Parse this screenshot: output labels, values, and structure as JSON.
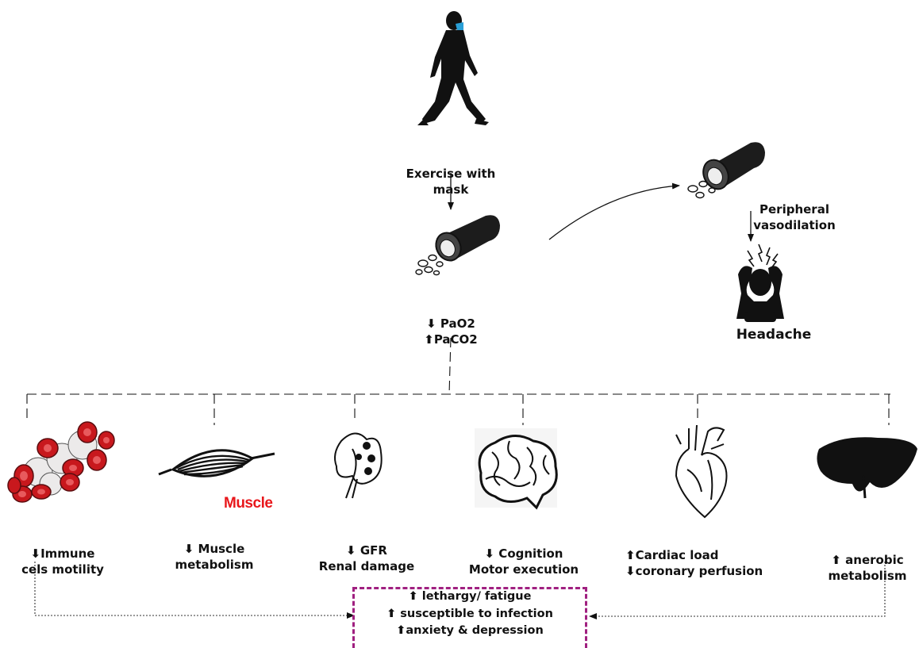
{
  "start": {
    "label": [
      "Exercise with",
      "mask"
    ],
    "icon": "walking-person-with-mask-icon"
  },
  "blood_gas": {
    "label": [
      "⬇ PaO2",
      "⬆PaCO2"
    ],
    "icon": "blood-vessel-icon"
  },
  "vasodilation": {
    "label": [
      "Peripheral",
      "vasodilation"
    ],
    "icon": "blood-vessel-icon"
  },
  "headache": {
    "label": "Headache",
    "icon": "person-holding-head-icon"
  },
  "effects": [
    {
      "id": "immune",
      "icon": "blood-cells-icon",
      "lines": [
        "⬇Immune",
        "cels motility"
      ]
    },
    {
      "id": "muscle",
      "icon": "muscle-icon",
      "lines": [
        "⬇ Muscle",
        "metabolism"
      ],
      "overlay": "Muscle"
    },
    {
      "id": "kidney",
      "icon": "kidney-icon",
      "lines": [
        "⬇ GFR",
        "Renal damage"
      ]
    },
    {
      "id": "brain",
      "icon": "brain-icon",
      "lines": [
        "⬇ Cognition",
        "Motor execution"
      ]
    },
    {
      "id": "heart",
      "icon": "heart-icon",
      "lines": [
        "⬆Cardiac load",
        "⬇coronary perfusion"
      ]
    },
    {
      "id": "liver",
      "icon": "liver-icon",
      "lines": [
        "⬆ anerobic",
        "metabolism"
      ]
    }
  ],
  "outcomes": [
    "⬆ lethargy/ fatigue",
    "⬆ susceptible to infection",
    "⬆anxiety & depression"
  ],
  "colors": {
    "box_border": "#a02080",
    "muscle_overlay": "#e8171b",
    "mask": "#2a9fd6",
    "blood_cells": "#c8181d"
  }
}
